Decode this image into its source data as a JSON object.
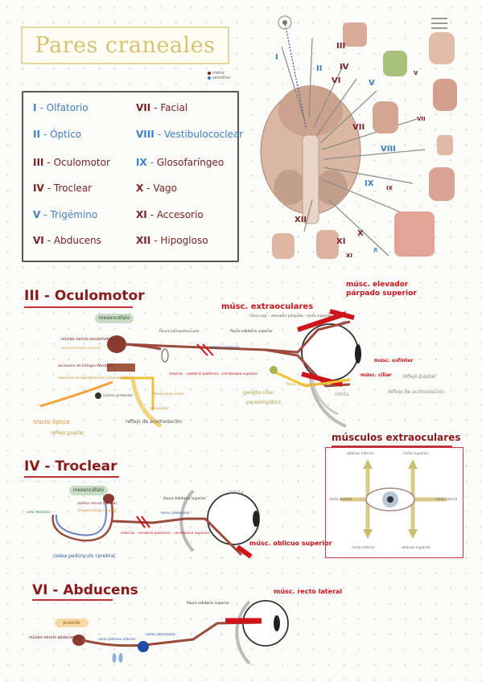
{
  "title": "Pares craneales",
  "legend": {
    "motor": "motor",
    "sensitivo": "sensitivo"
  },
  "nerves_left": [
    {
      "num": "I",
      "name": "Olfatorio",
      "kind": "sens"
    },
    {
      "num": "II",
      "name": "Óptico",
      "kind": "sens"
    },
    {
      "num": "III",
      "name": "Oculomotor",
      "kind": "motor"
    },
    {
      "num": "IV",
      "name": "Troclear",
      "kind": "motor"
    },
    {
      "num": "V",
      "name": "Trigémino",
      "kind": "mixed"
    },
    {
      "num": "VI",
      "name": "Abducens",
      "kind": "motor"
    }
  ],
  "nerves_right": [
    {
      "num": "VII",
      "name": "Facial",
      "kind": "mixed"
    },
    {
      "num": "VIII",
      "name": "Vestibulococlear",
      "kind": "sens"
    },
    {
      "num": "IX",
      "name": "Glosofaríngeo",
      "kind": "mixed"
    },
    {
      "num": "X",
      "name": "Vago",
      "kind": "mixed"
    },
    {
      "num": "XI",
      "name": "Accesorio",
      "kind": "motor"
    },
    {
      "num": "XII",
      "name": "Hipogloso",
      "kind": "motor"
    }
  ],
  "illustration_labels": [
    "I",
    "II",
    "III",
    "IV",
    "V",
    "VI",
    "VII",
    "VIII",
    "IX",
    "X",
    "XI",
    "XII",
    "V",
    "VII",
    "IX",
    "X",
    "XI"
  ],
  "oculomotor": {
    "header": "III - Oculomotor",
    "mesencefalo": "mesencéfalo",
    "nucleo": "núcleo nervio oculomotor",
    "nucleo_sub": "(mesencéfalo ventral)",
    "edinger": "accesorio de Edinger-Westphal",
    "edinger_sub": "neuronas preganglionares parasimpáticas",
    "fisura": "fisura interpeduncular",
    "via_pupilar": "vía pupilar",
    "tracto_optico": "tracto óptico",
    "reflejo_pupilar": "reflejo pupilar",
    "reflejo_acom": "reflejo de acomodación",
    "nucleo_pret": "núcleo pretectal",
    "seno": "seno cavernoso",
    "fibras_vision": "fibras para visión",
    "arteria": "arterias · cerebral posterior · cerebelosa superior",
    "fisura_orb": "fisura orbitaria superior",
    "ramo_sup": "ramo sup. · elevador párpado · recto superior",
    "ramo_inf": "ramo inferior",
    "ganglio": "ganglio ciliar",
    "ganglio_sub": "parasimpático",
    "musc_extra": "músc. extraoculares",
    "musc_elev": "músc. elevador párpado superior",
    "musc_esfinter": "músc. esfínter",
    "musc_ciliar": "músc. ciliar",
    "ref_pupilar": "reflejo pupilar",
    "ref_acom": "reflejo de acomodación",
    "fibras_post": "fibras postganglionares",
    "orbita": "órbita"
  },
  "muscles": {
    "header": "músculos extraoculares",
    "up_left": "oblicuo inferior",
    "up_right": "recto superior",
    "left": "recto medial",
    "right": "recto lateral",
    "down_left": "recto inferior",
    "down_right": "oblicuo superior"
  },
  "troclear": {
    "header": "IV - Troclear",
    "mesencefalo": "mesencéfalo",
    "nucleo": "núcleo nervio troclear",
    "nucleo_sub": "(mesencéfalo caudal)",
    "velo": "velo medular",
    "pedunculo": "rodea pedúnculo cerebral",
    "arterias": "arterias · cerebral posterior · cerebelosa superior",
    "seno": "seno cavernoso",
    "fisura_orb": "fisura orbitaria superior",
    "orbita": "órbita",
    "musc": "músc. oblicuo superior"
  },
  "abducens": {
    "header": "VI - Abducens",
    "puente": "puente",
    "nucleo": "núcleo nervio abducens",
    "recorrido": "seno petroso inferior",
    "seno": "seno cavernoso",
    "fisura_orb": "fisura orbitaria superior",
    "musc": "músc. recto lateral"
  },
  "colors": {
    "motor": "#7b2222",
    "sensitivo": "#3d7fc9",
    "accent": "#d0141b",
    "title": "#d8c270"
  }
}
